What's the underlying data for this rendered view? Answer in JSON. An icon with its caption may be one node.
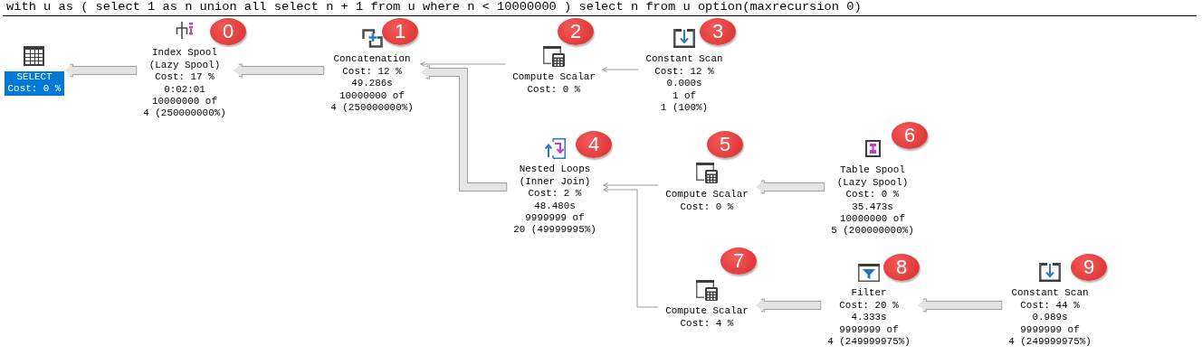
{
  "diagram": {
    "title": "with u as ( select 1 as n union all select n + 1 from u where n < 10000000 ) select n from u option(maxrecursion 0)",
    "nodes": [
      {
        "text": [
          "SELECT",
          "Cost: 0 %"
        ]
      },
      {
        "text": [
          "Index Spool (Lazy Spool)",
          "Cost: 17 %",
          "0:02:01",
          "10000000 of 4 (250000000%)"
        ]
      },
      {
        "text": [
          "Concatenation",
          "Cost: 12 %",
          "49.286s",
          "10000000 of 4 (250000000%)"
        ]
      },
      {
        "text": [
          "Compute Scalar",
          "Cost: 0 %"
        ]
      },
      {
        "text": [
          "Constant Scan",
          "Cost: 12 %",
          "0.000s",
          "1 of 1 (100%)"
        ]
      },
      {
        "text": [
          "Nested Loops (Inner Join)",
          "Cost: 2 %",
          "48.480s",
          "9999999 of 20 (49999995%)"
        ]
      },
      {
        "text": [
          "Compute Scalar",
          "Cost: 0 %"
        ]
      },
      {
        "text": [
          "Table Spool (Lazy Spool)",
          "Cost: 0 %",
          "35.473s",
          "10000000 of 5 (200000000%)"
        ]
      },
      {
        "text": [
          "Compute Scalar",
          "Cost: 4 %"
        ]
      },
      {
        "text": [
          "Filter",
          "Cost: 20 %",
          "4.333s",
          "9999999 of 4 (249999975%)"
        ]
      },
      {
        "text": [
          "Constant Scan",
          "Cost: 44 %",
          "0.989s",
          "9999999 of 4 (249999975%)"
        ]
      }
    ],
    "edges": [
      {
        "from": 1,
        "to": 0,
        "arrow": "to"
      },
      {
        "from": 2,
        "to": 1,
        "arrow": "to"
      },
      {
        "from": 3,
        "to": 2,
        "arrow": "to",
        "color": "#9a9a9a"
      },
      {
        "from": 4,
        "to": 3,
        "arrow": "to",
        "color": "#9a9a9a"
      },
      {
        "from": 5,
        "to": 2,
        "arrow": "to"
      },
      {
        "from": 6,
        "to": 5,
        "arrow": "to",
        "color": "#9a9a9a"
      },
      {
        "from": 7,
        "to": 6,
        "arrow": "to"
      },
      {
        "from": 8,
        "to": 5,
        "arrow": "to",
        "color": "#9a9a9a"
      },
      {
        "from": 9,
        "to": 8,
        "arrow": "to"
      },
      {
        "from": 10,
        "to": 9,
        "arrow": "to"
      }
    ],
    "labels": [
      "0",
      "1",
      "2",
      "3",
      "4",
      "5",
      "6",
      "7",
      "8",
      "9"
    ]
  }
}
